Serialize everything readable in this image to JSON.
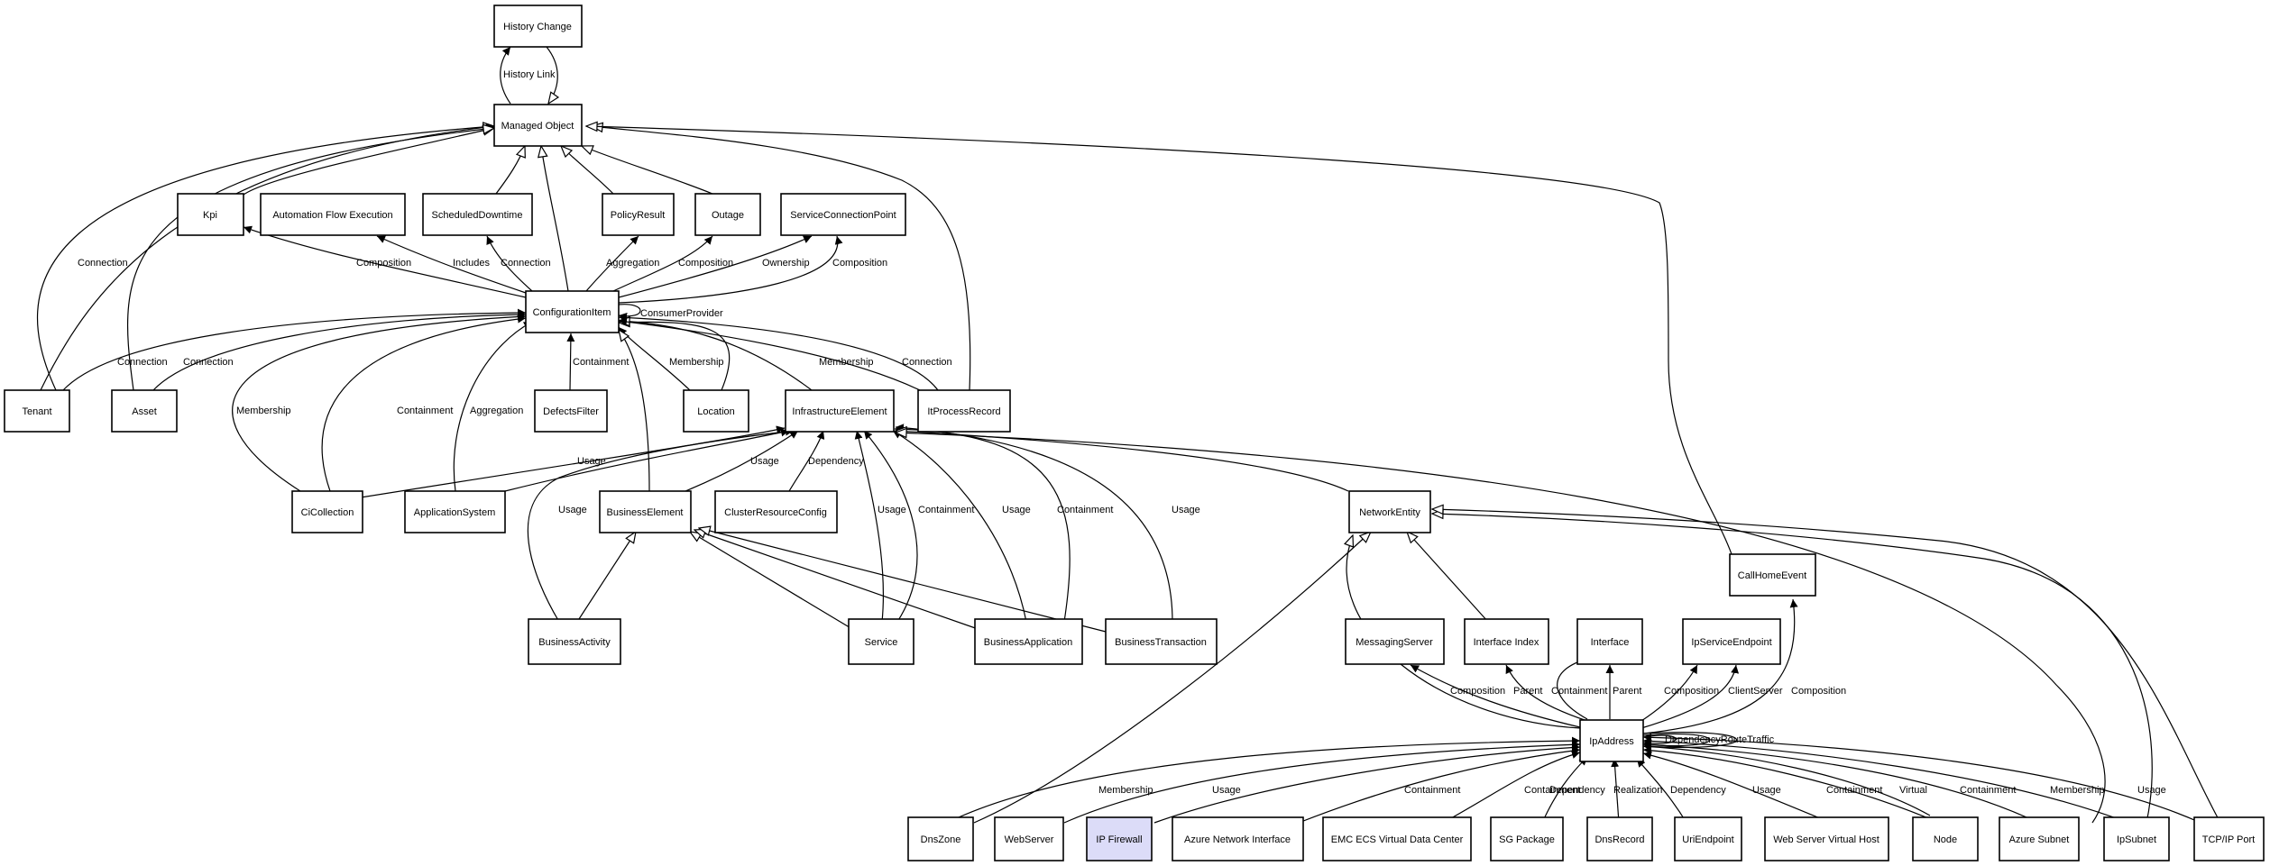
{
  "diagram": {
    "nodes": {
      "history_change": "History Change",
      "managed_object": "Managed Object",
      "kpi": "Kpi",
      "automation_flow_execution": "Automation Flow Execution",
      "scheduled_downtime": "ScheduledDowntime",
      "policy_result": "PolicyResult",
      "outage": "Outage",
      "service_connection_point": "ServiceConnectionPoint",
      "configuration_item": "ConfigurationItem",
      "tenant": "Tenant",
      "asset": "Asset",
      "defects_filter": "DefectsFilter",
      "location": "Location",
      "infrastructure_element": "InfrastructureElement",
      "it_process_record": "ItProcessRecord",
      "ci_collection": "CiCollection",
      "application_system": "ApplicationSystem",
      "business_element": "BusinessElement",
      "cluster_resource_config": "ClusterResourceConfig",
      "network_entity": "NetworkEntity",
      "call_home_event": "CallHomeEvent",
      "business_activity": "BusinessActivity",
      "service": "Service",
      "business_application": "BusinessApplication",
      "business_transaction": "BusinessTransaction",
      "messaging_server": "MessagingServer",
      "interface_index": "Interface Index",
      "interface": "Interface",
      "ip_service_endpoint": "IpServiceEndpoint",
      "ip_address": "IpAddress",
      "dns_zone": "DnsZone",
      "web_server": "WebServer",
      "ip_firewall": "IP Firewall",
      "azure_network_interface": "Azure Network Interface",
      "emc_ecs_vdc": "EMC ECS Virtual Data Center",
      "sg_package": "SG Package",
      "dns_record": "DnsRecord",
      "uri_endpoint": "UriEndpoint",
      "web_server_virtual_host": "Web Server Virtual Host",
      "node": "Node",
      "azure_subnet": "Azure Subnet",
      "ip_subnet": "IpSubnet",
      "tcp_ip_port": "TCP/IP Port"
    },
    "edge_labels": {
      "history_link": "History Link",
      "comp_kpi": "Composition",
      "includes": "Includes",
      "conn_sched": "Connection",
      "aggregation_policy": "Aggregation",
      "comp_outage": "Composition",
      "ownership": "Ownership",
      "comp_scp": "Composition",
      "consumer_provider": "ConsumerProvider",
      "conn_tenant_mo": "Connection",
      "conn_tenant_ci": "Connection",
      "conn_asset_ci": "Connection",
      "membership_cicoll": "Membership",
      "containment_cicoll": "Containment",
      "aggregation_appsys": "Aggregation",
      "containment_defects": "Containment",
      "membership_location": "Membership",
      "membership_itpr": "Membership",
      "conn_itpr": "Connection",
      "usage_cicoll_ie": "Usage",
      "usage_be_ie": "Usage",
      "dependency_crc": "Dependency",
      "usage_bact_ie": "Usage",
      "usage_svc_ie": "Usage",
      "containment_svc_ie": "Containment",
      "usage_bapp_ie": "Usage",
      "containment_bapp_ie": "Containment",
      "usage_btx_ie": "Usage",
      "comp_messaging": "Composition",
      "parent_ifindex": "Parent",
      "containment_iface": "Containment",
      "parent_iface": "Parent",
      "comp_ipse": "Composition",
      "clientserver": "ClientServer",
      "comp_callhome": "Composition",
      "ip_self_labels": "DependencyRouteTraffic",
      "membership_dns": "Membership",
      "usage_web": "Usage",
      "containment_azure_ni": "Containment",
      "containment_emc": "Containment",
      "dependency_sg": "Dependency",
      "realization_dns": "Realization",
      "dependency_uri": "Dependency",
      "usage_wsvh": "Usage",
      "containment_node": "Containment",
      "virtual_node": "Virtual",
      "containment_azsub": "Containment",
      "membership_ipsub": "Membership",
      "usage_tcp": "Usage"
    }
  }
}
